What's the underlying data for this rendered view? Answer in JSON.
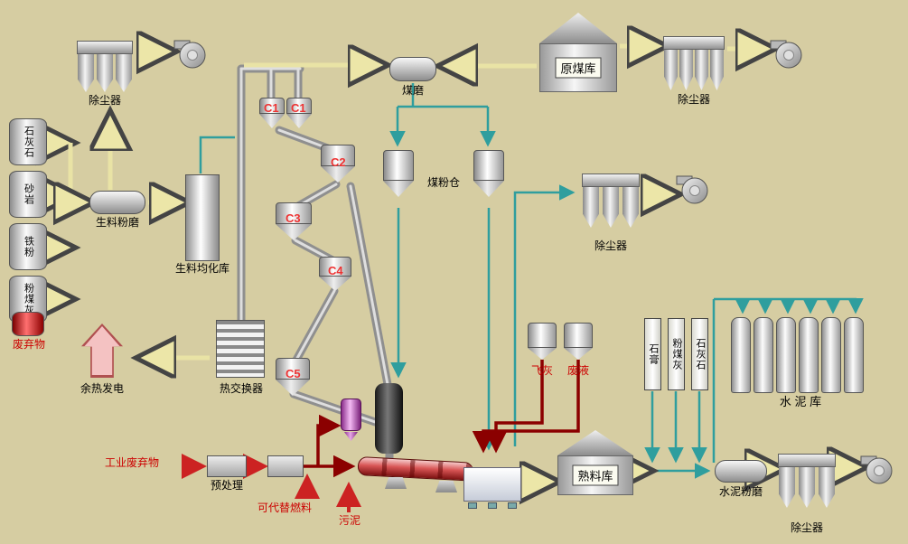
{
  "colors": {
    "background": "#d6cda2",
    "red_text": "#cc0000",
    "dark_red_line": "#8b0000",
    "teal_line": "#2f9e9e",
    "yellow_arrow": "#e9e3a5"
  },
  "feed_silos": [
    "石灰石",
    "砂岩",
    "铁粉",
    "粉煤灰"
  ],
  "waste_silo_label": "废弃物",
  "cyclones": [
    "C1",
    "C1",
    "C2",
    "C3",
    "C4",
    "C5"
  ],
  "additives": [
    "石膏",
    "粉煤灰",
    "石灰石"
  ],
  "labels": {
    "dust_collector_tl": "除尘器",
    "dust_collector_tr": "除尘器",
    "dust_collector_mr": "除尘器",
    "dust_collector_br": "除尘器",
    "raw_mill": "生料粉磨",
    "homogenizing_silo": "生料均化库",
    "heat_exchanger": "热交换器",
    "waste_heat_power": "余热发电",
    "coal_mill": "煤磨",
    "raw_coal_store": "原煤库",
    "coal_powder_bin": "煤粉仓",
    "fly_ash": "飞灰",
    "waste_liquid": "废液",
    "cement_silo": "水 泥 库",
    "clinker_store": "熟料库",
    "cement_mill": "水泥粉磨",
    "pretreatment": "预处理",
    "industrial_waste": "工业废弃物",
    "alternative_fuel": "可代替燃料",
    "sludge": "污泥"
  }
}
